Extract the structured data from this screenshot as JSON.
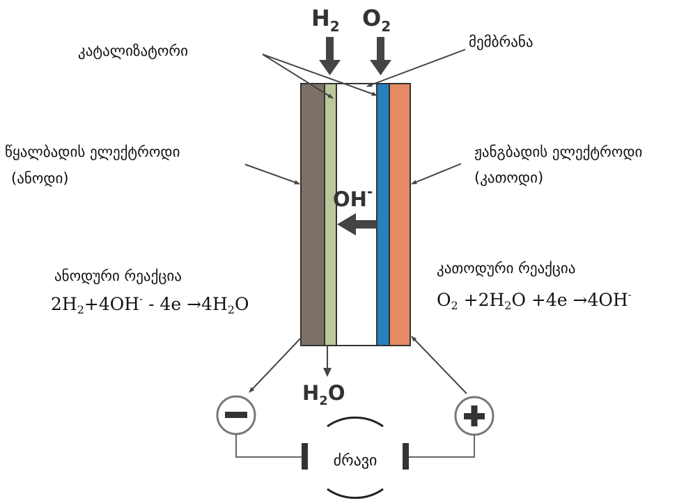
{
  "labels": {
    "catalyst": "კატალიზატორი",
    "membrane": "მემბრანა",
    "hydrogen_electrode": "წყალბადის ელექტროდი",
    "anode": "(ანოდი)",
    "oxygen_electrode": "ჟანგბადის ელექტროდი",
    "cathode": "(კათოდი)",
    "anode_reaction_title": "ანოდური რეაქცია",
    "cathode_reaction_title": "კათოდური რეაქცია",
    "load": "ძრავი"
  },
  "gases": {
    "h2": {
      "base": "H",
      "sub": "2"
    },
    "o2": {
      "base": "O",
      "sub": "2"
    },
    "h2o": {
      "base1": "H",
      "sub": "2",
      "base2": "O"
    },
    "oh": {
      "base": "OH",
      "sup": "-"
    }
  },
  "anode_formula": {
    "p1": "2H",
    "s1": "2",
    "p2": "+4OH",
    "sup1": "-",
    "p3": " - 4e →4H",
    "s2": "2",
    "p4": "O"
  },
  "cathode_formula": {
    "p1": "O",
    "s1": "2",
    "p2": " +2H",
    "s2": "2",
    "p3": "O +4e →4OH",
    "sup1": "-"
  },
  "terminals": {
    "negative": "−",
    "positive": "+"
  },
  "colors": {
    "anode_electrode": "#7d7066",
    "catalyst": "#bcc79a",
    "membrane_layer": "#2a7fc0",
    "cathode_electrode": "#e58a63",
    "arrow": "#444444",
    "wire": "#666666"
  }
}
